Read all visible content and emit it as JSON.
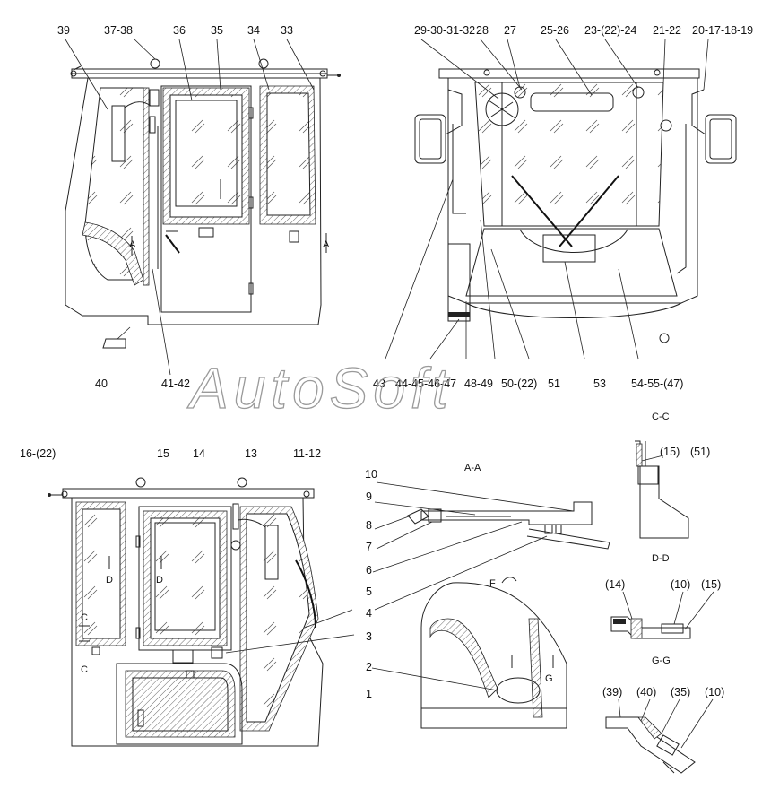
{
  "watermark": "AutoSoft",
  "callouts": {
    "c1": "1",
    "c2": "2",
    "c3": "3",
    "c4": "4",
    "c5": "5",
    "c6": "6",
    "c7": "7",
    "c8": "8",
    "c9": "9",
    "c10": "10",
    "c11_12": "11-12",
    "c13": "13",
    "c14": "14",
    "c15": "15",
    "c16_22": "16-(22)",
    "c20_17_18_19": "20-17-18-19",
    "c21_22": "21-22",
    "c23_22_24": "23-(22)-24",
    "c25_26": "25-26",
    "c27": "27",
    "c28": "28",
    "c29_30_31_32": "29-30-31-32",
    "c33": "33",
    "c34": "34",
    "c35": "35",
    "c36": "36",
    "c37_38": "37-38",
    "c39": "39",
    "c40": "40",
    "c41_42": "41-42",
    "c43": "43",
    "c44_47": "44-45-46-47",
    "c48_49": "48-49",
    "c50_22": "50-(22)",
    "c51": "51",
    "c53": "53",
    "c54_55_47": "54-55-(47)"
  },
  "sections": {
    "aa": "A-A",
    "cc": "C-C",
    "dd": "D-D",
    "gg": "G-G",
    "f": "F",
    "a": "A",
    "c": "C",
    "d": "D",
    "g": "G"
  },
  "detail_refs": {
    "p15": "(15)",
    "p51": "(51)",
    "p14": "(14)",
    "p10": "(10)",
    "p15b": "(15)",
    "p39": "(39)",
    "p40": "(40)",
    "p35": "(35)",
    "p10b": "(10)"
  }
}
